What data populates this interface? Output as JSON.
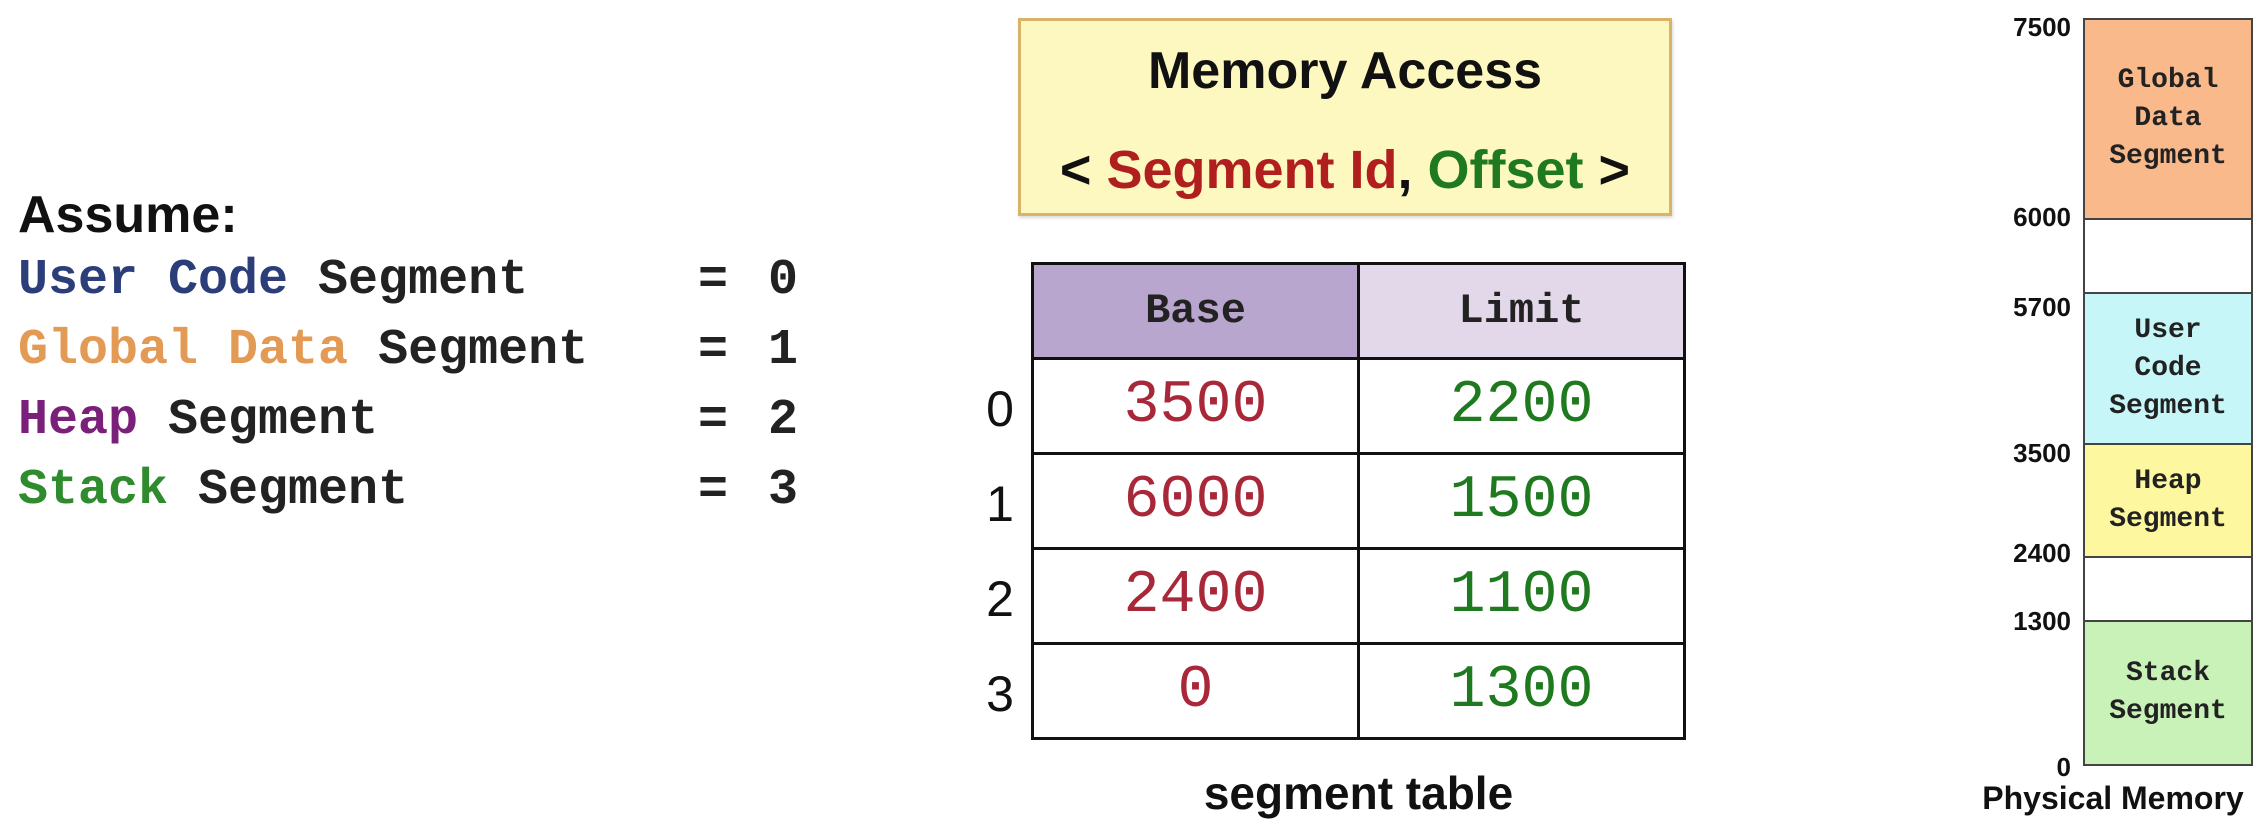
{
  "assume": {
    "title": "Assume:",
    "lines": [
      {
        "word": "User Code",
        "rest": " Segment",
        "eq": "=",
        "num": "0",
        "color": "#2c3e7a"
      },
      {
        "word": "Global Data",
        "rest": " Segment",
        "eq": "=",
        "num": "1",
        "color": "#e39a55"
      },
      {
        "word": "Heap",
        "rest": " Segment",
        "eq": "=",
        "num": "2",
        "color": "#7a1f7a"
      },
      {
        "word": "Stack",
        "rest": " Segment",
        "eq": "=",
        "num": "3",
        "color": "#2e8b2e"
      }
    ]
  },
  "memory_access": {
    "title": "Memory Access",
    "open": "< ",
    "segment_id": "Segment Id",
    "comma": ", ",
    "offset": "Offset",
    "close": " >",
    "colors": {
      "segment_id": "#b01e1e",
      "offset": "#1f7a1f",
      "background": "#fdf7c0"
    }
  },
  "segment_table": {
    "headers": {
      "base": "Base",
      "limit": "Limit"
    },
    "rows": [
      {
        "index": "0",
        "base": "3500",
        "limit": "2200"
      },
      {
        "index": "1",
        "base": "6000",
        "limit": "1500"
      },
      {
        "index": "2",
        "base": "2400",
        "limit": "1100"
      },
      {
        "index": "3",
        "base": "0",
        "limit": "1300"
      }
    ],
    "caption": "segment table"
  },
  "physical_memory": {
    "caption": "Physical Memory",
    "ticks": [
      "7500",
      "6000",
      "5700",
      "3500",
      "2400",
      "1300",
      "0"
    ],
    "blocks": [
      {
        "label": "Global\nData\nSegment",
        "color": "#f9b98b"
      },
      {
        "label": "",
        "color": "#ffffff"
      },
      {
        "label": "User\nCode\nSegment",
        "color": "#c6f6f8"
      },
      {
        "label": "Heap\nSegment",
        "color": "#fdf7a0"
      },
      {
        "label": "",
        "color": "#ffffff"
      },
      {
        "label": "Stack\nSegment",
        "color": "#c9f2b8"
      }
    ]
  }
}
